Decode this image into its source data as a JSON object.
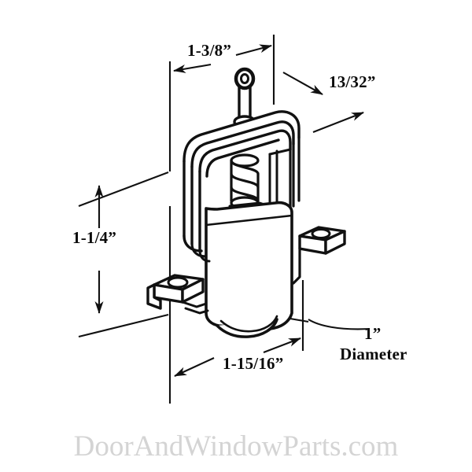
{
  "drawing": {
    "title": "Sliding door roller assembly dimensioned drawing",
    "view": "isometric exploded-style line drawing",
    "line_color": "#111111",
    "background_color": "#ffffff",
    "watermark": {
      "text": "DoorAndWindowParts.com",
      "color": "#d4d4d4"
    },
    "dimensions": {
      "width": {
        "label": "1-3/8”",
        "description": "overall housing width, horizontal dimension at top"
      },
      "depth": {
        "label": "13/32”",
        "description": "housing depth, leader dimension at upper right"
      },
      "height": {
        "label": "1-1/4”",
        "description": "overall housing height, vertical dimension at left"
      },
      "bottom_width": {
        "label": "1-15/16”",
        "description": "overall length including roller, horizontal dimension at bottom"
      },
      "roller_diameter": {
        "value_label": "1”",
        "word_label": "Diameter",
        "description": "roller wheel diameter, leader note at lower right"
      }
    },
    "parts": [
      {
        "name": "pull-pin",
        "description": "vertical adjustment pin with looped head at top"
      },
      {
        "name": "coil-spring",
        "description": "compression spring inside housing"
      },
      {
        "name": "housing-frame",
        "description": "formed sheet metal roller housing"
      },
      {
        "name": "roller-wheel",
        "description": "1 inch diameter wheel at bottom"
      },
      {
        "name": "mounting-tab-left",
        "description": "mounting bracket tab with screw hole, lower left"
      },
      {
        "name": "mounting-tab-right",
        "description": "mounting bracket tab with screw hole, right side"
      }
    ]
  }
}
